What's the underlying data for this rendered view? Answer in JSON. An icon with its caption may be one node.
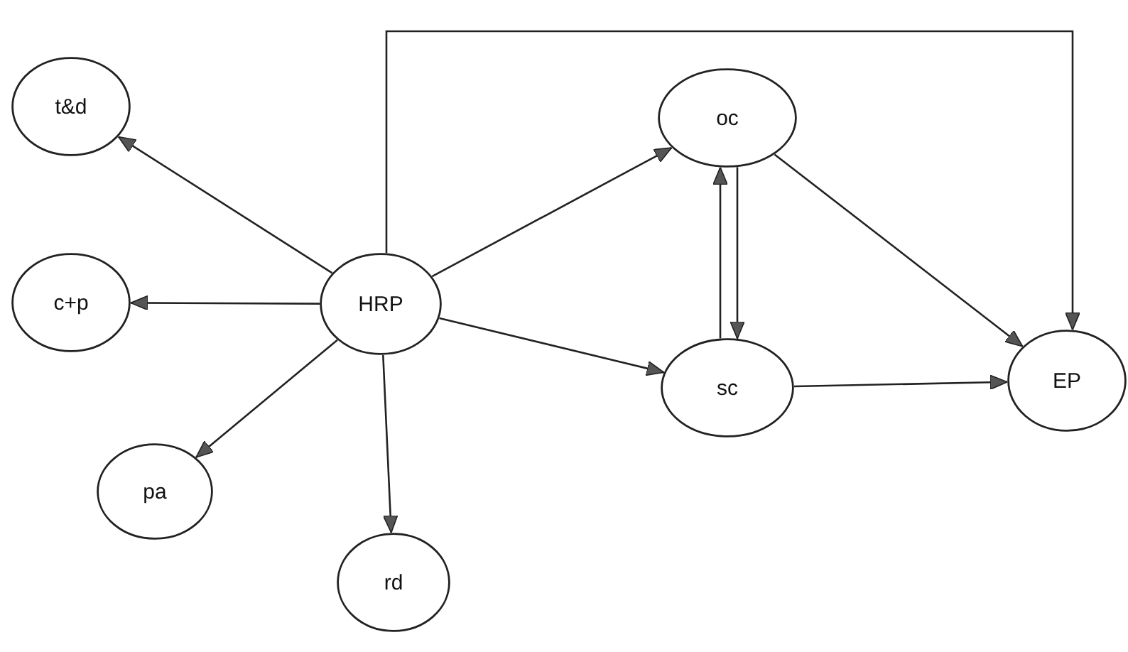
{
  "diagram": {
    "nodes": [
      {
        "text": [
          "t&d"
        ]
      },
      {
        "text": [
          "c+p"
        ]
      },
      {
        "text": [
          "HRP"
        ]
      },
      {
        "text": [
          "oc"
        ]
      },
      {
        "text": [
          "sc"
        ]
      },
      {
        "text": [
          "EP"
        ]
      },
      {
        "text": [
          "pa"
        ]
      },
      {
        "text": [
          "rd"
        ]
      }
    ],
    "edges": [
      {
        "from": 2,
        "to": 0,
        "arrow": "to"
      },
      {
        "from": 2,
        "to": 1,
        "arrow": "to"
      },
      {
        "from": 2,
        "to": 6,
        "arrow": "to"
      },
      {
        "from": 2,
        "to": 7,
        "arrow": "to"
      },
      {
        "from": 2,
        "to": 3,
        "arrow": "to"
      },
      {
        "from": 2,
        "to": 4,
        "arrow": "to"
      },
      {
        "from": 2,
        "to": 5,
        "arrow": "to"
      },
      {
        "from": 3,
        "to": 5,
        "arrow": "to"
      },
      {
        "from": 4,
        "to": 5,
        "arrow": "to"
      },
      {
        "from": 4,
        "to": 3,
        "arrow": "to"
      },
      {
        "from": 3,
        "to": 4,
        "arrow": "to"
      }
    ]
  }
}
